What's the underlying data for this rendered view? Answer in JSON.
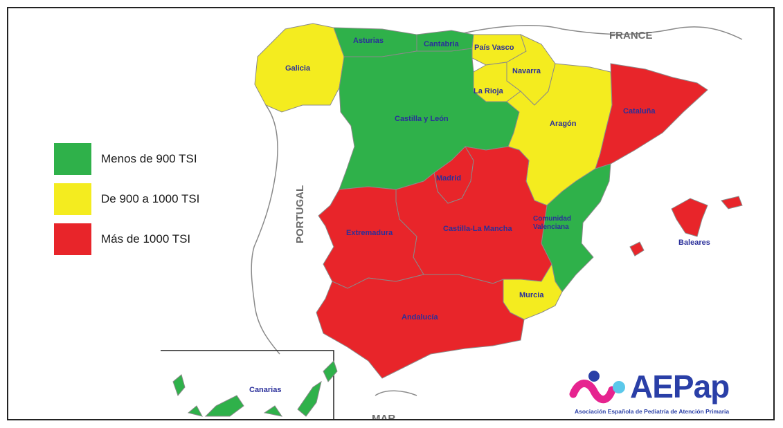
{
  "countries": {
    "france": "FRANCE",
    "portugal": "PORTUGAL",
    "mar": "MAR"
  },
  "regions": {
    "asturias": "Asturias",
    "cantabria": "Cantabria",
    "pais_vasco": "País Vasco",
    "galicia": "Galicia",
    "navarra": "Navarra",
    "la_rioja": "La Rioja",
    "castilla_y_leon": "Castilla y León",
    "aragon": "Aragón",
    "cataluna": "Cataluña",
    "madrid": "Madrid",
    "comunidad_valenciana_1": "Comunidad",
    "comunidad_valenciana_2": "Valenciana",
    "extremadura": "Extremadura",
    "castilla_la_mancha": "Castilla-La Mancha",
    "baleares": "Baleares",
    "murcia": "Murcia",
    "andalucia": "Andalucía",
    "canarias": "Canarias"
  },
  "legend": [
    {
      "label": "Menos de 900 TSI",
      "color": "#2fb14a"
    },
    {
      "label": "De 900 a 1000 TSI",
      "color": "#f4ec1f"
    },
    {
      "label": "Más de 1000 TSI",
      "color": "#e8252a"
    }
  ],
  "colors": {
    "green": "#2fb14a",
    "yellow": "#f4ec1f",
    "red": "#e8252a",
    "label_blue": "#2a2f9a",
    "outline_gray": "#8a8a8a"
  },
  "logo": {
    "name": "AEPap",
    "subtitle": "Asociación Española de Pediatría de Atención Primaria"
  }
}
